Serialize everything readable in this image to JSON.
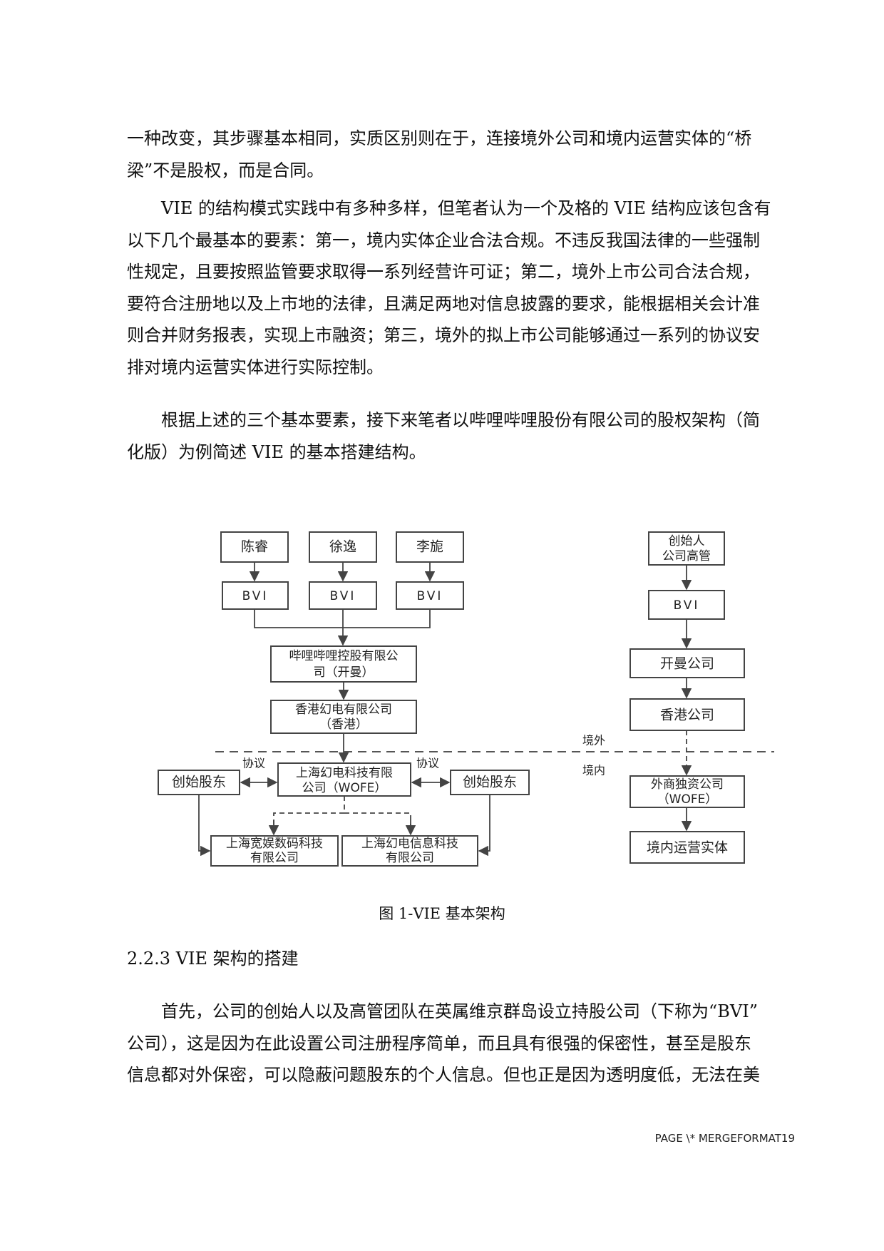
{
  "paragraphs": {
    "p1": [
      "一种改变，其步骤基本相同，实质区别则在于，连接境外公司和境内运营实体的“桥",
      "梁”不是股权，而是合同。"
    ],
    "p2": [
      "VIE 的结构模式实践中有多种多样，但笔者认为一个及格的 VIE 结构应该包含有",
      "以下几个最基本的要素：第一，境内实体企业合法合规。不违反我国法律的一些强制",
      "性规定，且要按照监管要求取得一系列经营许可证；第二，境外上市公司合法合规，",
      "要符合注册地以及上市地的法律，且满足两地对信息披露的要求，能根据相关会计准",
      "则合并财务报表，实现上市融资；第三，境外的拟上市公司能够通过一系列的协议安",
      "排对境内运营实体进行实际控制。"
    ],
    "p3": [
      "根据上述的三个基本要素，接下来笔者以哔哩哔哩股份有限公司的股权架构（简",
      "化版）为例简述 VIE 的基本搭建结构。"
    ],
    "p4": [
      "首先，公司的创始人以及高管团队在英属维京群岛设立持股公司（下称为“BVI”",
      "公司），这是因为在此设置公司注册程序简单，而且具有很强的保密性，甚至是股东",
      "信息都对外保密，可以隐蔽问题股东的个人信息。但也正是因为透明度低，无法在美"
    ]
  },
  "diagram": {
    "founders": [
      "陈睿",
      "徐逸",
      "李旎"
    ],
    "bvi": "BVI",
    "cayman_company": [
      "哔哩哔哩控股有限公",
      "司（开曼）"
    ],
    "hk_company": [
      "香港幻电有限公司",
      "（香港）"
    ],
    "wofe_company": [
      "上海幻电科技有限",
      "公司（WOFE）"
    ],
    "founder_shareholder": "创始股东",
    "agreement": "协议",
    "sub_company_1": [
      "上海宽娱数码科技",
      "有限公司"
    ],
    "sub_company_2": [
      "上海幻电信息科技",
      "有限公司"
    ],
    "right_founder": [
      "创始人",
      "公司高管"
    ],
    "right_cayman": "开曼公司",
    "right_hk": "香港公司",
    "right_wofe": [
      "外商独资公司",
      "（WOFE）"
    ],
    "right_domestic_entity": "境内运营实体",
    "offshore_label": "境外",
    "onshore_label": "境内"
  },
  "caption": "图 1-VIE 基本架构",
  "section_heading": "2.2.3 VIE 架构的搭建",
  "footer": "PAGE  \\* MERGEFORMAT19"
}
